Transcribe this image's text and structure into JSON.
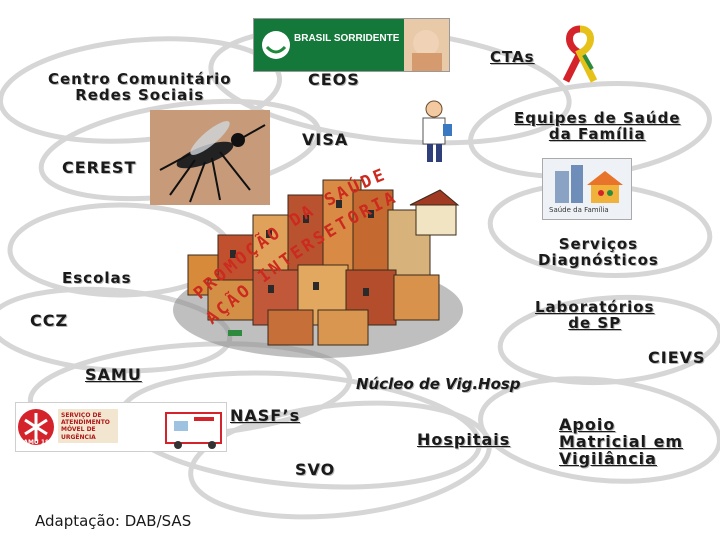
{
  "labels": {
    "centro": "Centro Comunitário\nRedes Sociais",
    "ceos": "CEOS",
    "ctas": "CTAs",
    "visa": "VISA",
    "equipes": "Equipes de Saúde\nda Família",
    "cerest": "CEREST",
    "servicos": "Serviços\nDiagnósticos",
    "escolas": "Escolas",
    "laboratorios": "Laboratórios\nde SP",
    "ccz": "CCZ",
    "cievs": "CIEVS",
    "samu": "SAMU",
    "nucleo": "Núcleo de Vig.Hosp",
    "nasf": "NASF’s",
    "hospitais": "Hospitais",
    "apoio": "Apoio\nMatricial em\nVigilância",
    "svo": "SVO",
    "fonte": "Adaptação: DAB/SAS"
  },
  "center_text": {
    "line1": "PROMOÇÃO DA SAÚDE",
    "line2": "AÇÃO INTERSETORIAL"
  },
  "banners": {
    "brasil_sorridente": "BRASIL SORRIDENTE",
    "saude_familia": "Saúde da Família",
    "samu_logo": "SAMU 192",
    "samu_text": "SERVIÇO DE ATENDIMENTO MÓVEL DE URGÊNCIA"
  },
  "colors": {
    "ring": "#d2d2d2",
    "text": "#1a1a1a",
    "arc_red": "#cc2a1e",
    "banner_green": "#1d8a3a"
  }
}
